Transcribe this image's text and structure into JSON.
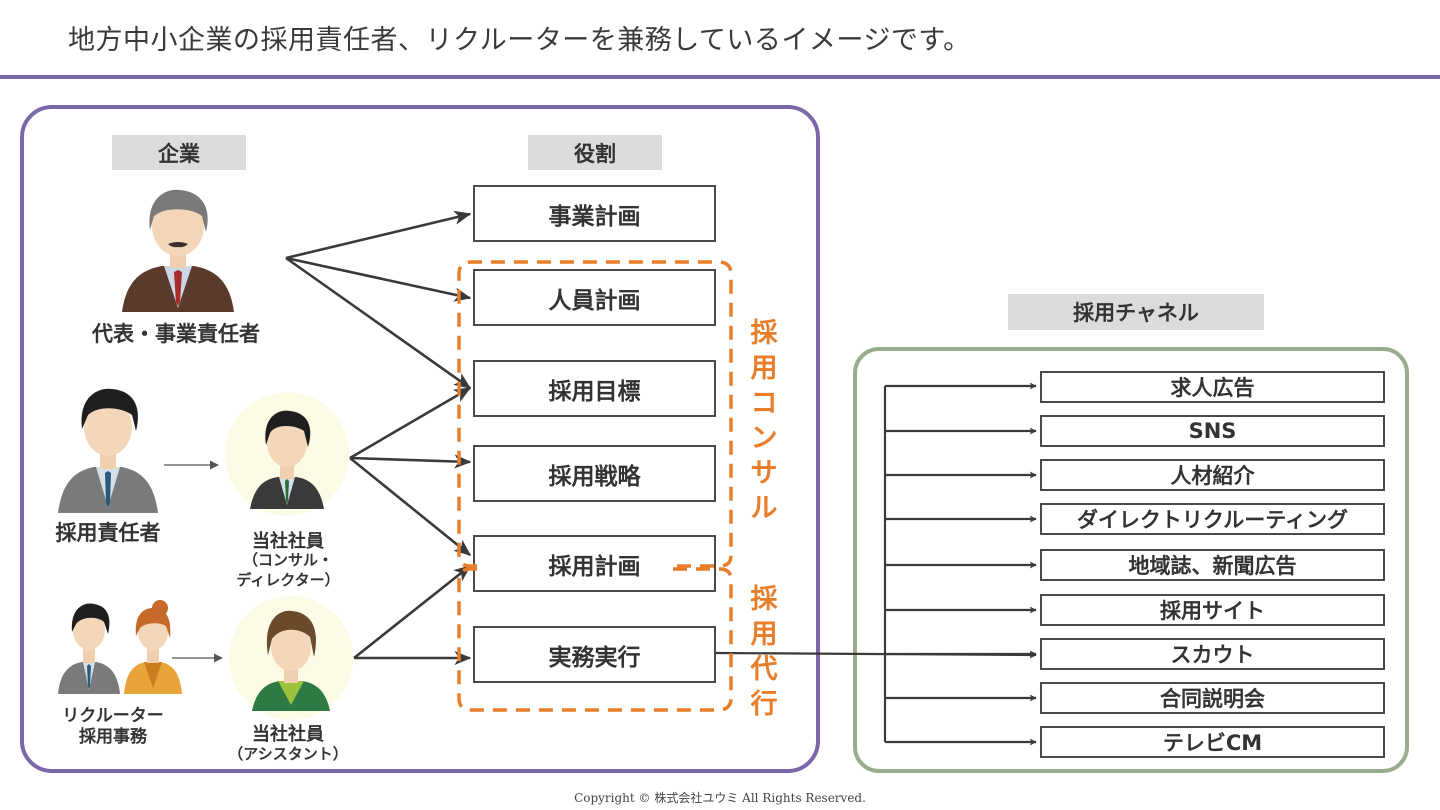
{
  "title": "地方中小企業の採用責任者、リクルーターを兼務しているイメージです。",
  "headers": {
    "company": "企業",
    "roles": "役割",
    "channels": "採用チャネル"
  },
  "people": {
    "president": "代表・事業責任者",
    "recruiting_manager": "採用責任者",
    "consultant_title": "当社社員",
    "consultant_sub1": "（コンサル・",
    "consultant_sub2": "ディレクター）",
    "recruiter1": "リクルーター",
    "recruiter2": "採用事務",
    "assistant_title": "当社社員",
    "assistant_sub": "（アシスタント）"
  },
  "roles": [
    "事業計画",
    "人員計画",
    "採用目標",
    "採用戦略",
    "採用計画",
    "実務実行"
  ],
  "groups": {
    "consulting": "採用コンサル",
    "agency": "採用代行"
  },
  "channels": [
    "求人広告",
    "SNS",
    "人材紹介",
    "ダイレクトリクルーティング",
    "地域誌、新聞広告",
    "採用サイト",
    "スカウト",
    "合同説明会",
    "テレビCM"
  ],
  "copyright": "Copyright © 株式会社ユウミ All Rights Reserved.",
  "colors": {
    "left_panel_border": "#7b68a8",
    "right_panel_border": "#9aac8e",
    "consulting_orange": "#e87d2a",
    "arrow": "#3a3a3a",
    "header_grey": "#dcdcdc"
  }
}
